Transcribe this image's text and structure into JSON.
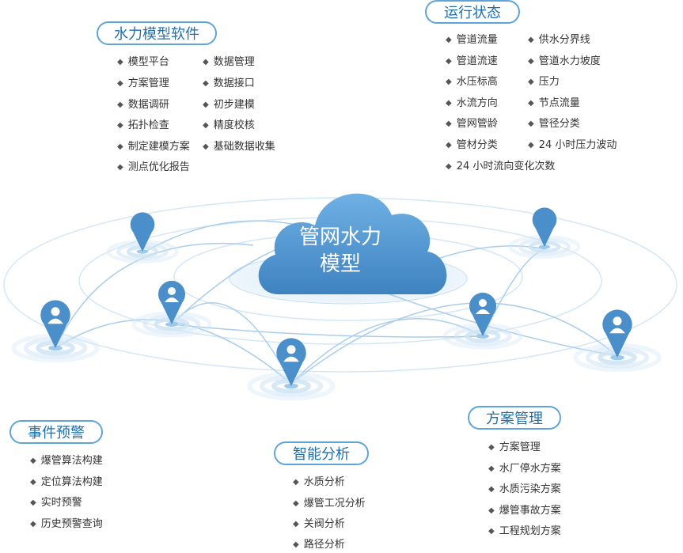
{
  "center": {
    "line1": "管网水力",
    "line2": "模型"
  },
  "sections": {
    "model_software": {
      "title": "水力模型软件",
      "col1": [
        "模型平台",
        "方案管理",
        "数据调研",
        "拓扑检查",
        "制定建模方案",
        "测点优化报告"
      ],
      "col2": [
        "数据管理",
        "数据接口",
        "初步建模",
        "精度校核",
        "基础数据收集"
      ]
    },
    "running_status": {
      "title": "运行状态",
      "col1": [
        "管道流量",
        "管道流速",
        "水压标高",
        "水流方向",
        "管网管龄",
        "管材分类",
        "24 小时流向变化次数"
      ],
      "col2": [
        "供水分界线",
        "管道水力坡度",
        "压力",
        "节点流量",
        "管径分类",
        "24 小时压力波动"
      ]
    },
    "event_warning": {
      "title": "事件预警",
      "items": [
        "爆管算法构建",
        "定位算法构建",
        "实时预警",
        "历史预警查询"
      ]
    },
    "smart_analysis": {
      "title": "智能分析",
      "items": [
        "水质分析",
        "爆管工况分析",
        "关阀分析",
        "路径分析"
      ]
    },
    "plan_management": {
      "title": "方案管理",
      "items": [
        "方案管理",
        "水厂停水方案",
        "水质污染方案",
        "爆管事故方案",
        "工程规划方案"
      ]
    }
  },
  "colors": {
    "accent": "#5fa4d8",
    "pin": "#4a8fca",
    "cloud": "#4a8fca",
    "ring": "#cfe4f5"
  }
}
